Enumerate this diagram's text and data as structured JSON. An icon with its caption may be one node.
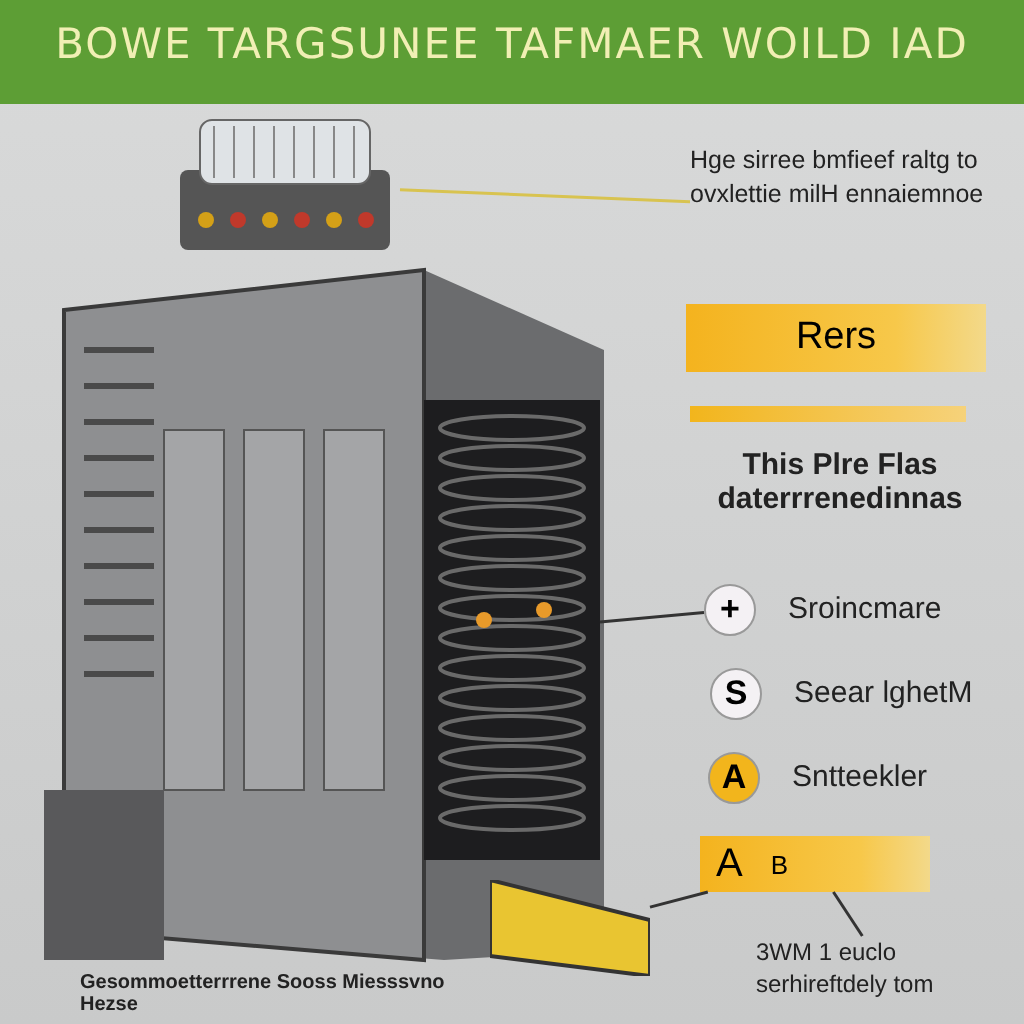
{
  "diagram": {
    "title": "BOWE TARGSUNEE TAFMAER WOILD IAD",
    "nodes": [
      {
        "text": [],
        "shape": "picture"
      },
      {
        "text": [
          "Hge sirree bmfieef raltg to ovxlettie milH ennaiemnoe"
        ]
      },
      {
        "text": [
          "Rers"
        ]
      },
      {
        "text": [],
        "shape": "picture"
      },
      {
        "text": [
          "+"
        ],
        "beside": [
          "Sroincmare"
        ]
      },
      {
        "text": [
          "S"
        ],
        "beside": [
          "Seear lghetM"
        ]
      },
      {
        "text": [
          "A"
        ],
        "beside": [
          "Sntteekler"
        ]
      },
      {
        "text": [],
        "shape": "box"
      },
      {
        "text": [
          "A",
          "B"
        ]
      },
      {
        "text": [
          "3WM 1 euclo serhireftdely tom"
        ]
      }
    ],
    "edges": [
      {
        "from": 1,
        "to": 0,
        "arrow": "none",
        "color": "#d8c350"
      },
      {
        "from": 4,
        "to": 3,
        "arrow": "none"
      },
      {
        "from": 8,
        "to": 7,
        "arrow": "none"
      },
      {
        "from": 9,
        "to": 8,
        "arrow": "none"
      }
    ],
    "labels": [
      "This Plre Flas daterrrenedinnas",
      "Gesommoetterrrene Sooss Miesssvno Hezse"
    ]
  }
}
